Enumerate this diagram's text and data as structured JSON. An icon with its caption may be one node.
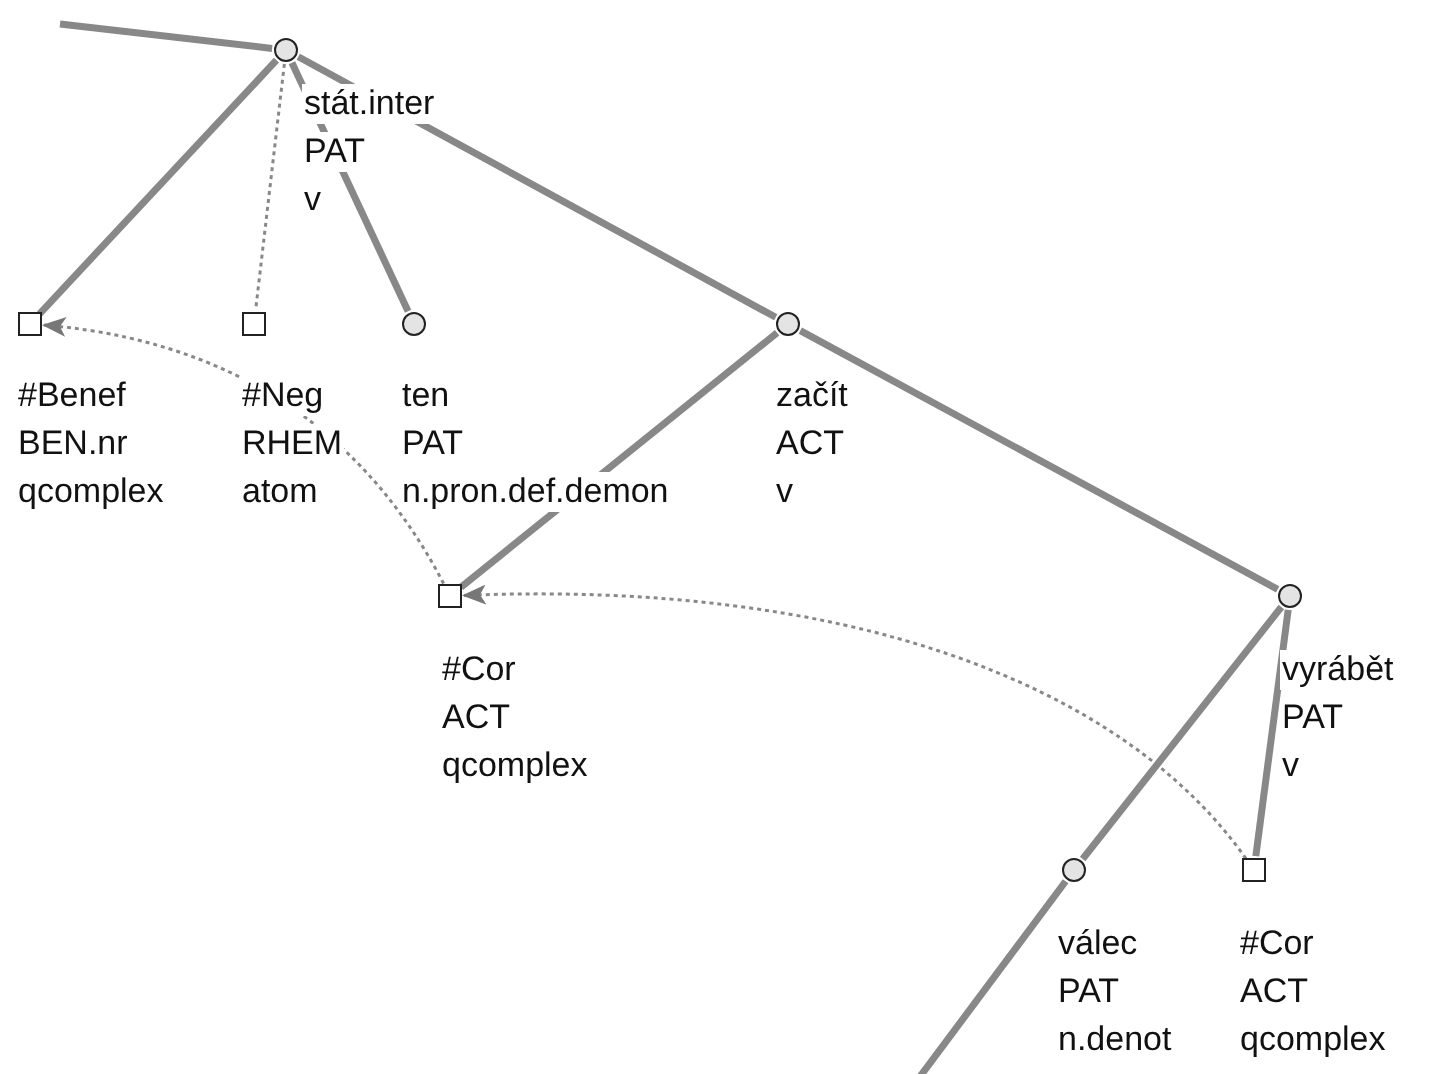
{
  "diagram": {
    "nodes": [
      {
        "text": [],
        "shape": "circle",
        "beside": [
          "stát.inter",
          "PAT",
          "v"
        ]
      },
      {
        "text": [],
        "shape": "box",
        "beside": [
          "#Benef",
          "BEN.nr",
          "qcomplex"
        ]
      },
      {
        "text": [],
        "shape": "box",
        "beside": [
          "#Neg",
          "RHEM",
          "atom"
        ]
      },
      {
        "text": [],
        "shape": "circle",
        "beside": [
          "ten",
          "PAT",
          "n.pron.def.demon"
        ]
      },
      {
        "text": [],
        "shape": "circle",
        "beside": [
          "začít",
          "ACT",
          "v"
        ]
      },
      {
        "text": [],
        "shape": "box",
        "beside": [
          "#Cor",
          "ACT",
          "qcomplex"
        ]
      },
      {
        "text": [],
        "shape": "circle",
        "beside": [
          "vyrábět",
          "PAT",
          "v"
        ]
      },
      {
        "text": [],
        "shape": "circle",
        "beside": [
          "válec",
          "PAT",
          "n.denot"
        ]
      },
      {
        "text": [],
        "shape": "box",
        "beside": [
          "#Cor",
          "ACT",
          "qcomplex"
        ]
      }
    ],
    "edges": [
      {
        "from": null,
        "to": 0,
        "arrow": "none"
      },
      {
        "from": 0,
        "to": 1,
        "arrow": "none"
      },
      {
        "from": 0,
        "to": 2,
        "arrow": "none",
        "style": "dashed"
      },
      {
        "from": 0,
        "to": 3,
        "arrow": "none"
      },
      {
        "from": 0,
        "to": 4,
        "arrow": "none"
      },
      {
        "from": 4,
        "to": 5,
        "arrow": "none"
      },
      {
        "from": 4,
        "to": 6,
        "arrow": "none"
      },
      {
        "from": 6,
        "to": 7,
        "arrow": "none"
      },
      {
        "from": 6,
        "to": 8,
        "arrow": "none"
      },
      {
        "from": 7,
        "to": null,
        "arrow": "none"
      },
      {
        "from": 5,
        "to": 1,
        "arrow": "to",
        "style": "dashed"
      },
      {
        "from": 8,
        "to": 5,
        "arrow": "to",
        "style": "dashed"
      }
    ]
  }
}
